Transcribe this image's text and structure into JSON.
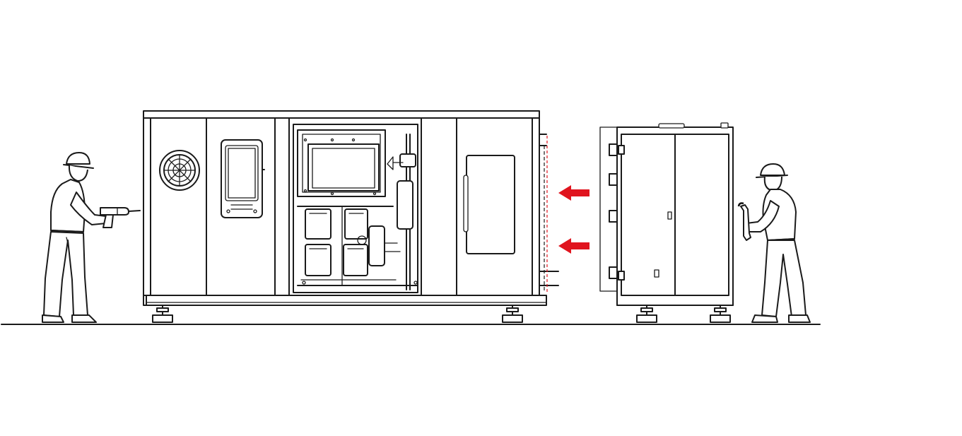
{
  "accent_color": "#e0141e",
  "line_color": "#1a1a1a",
  "background": "#ffffff",
  "arrow_direction": "left",
  "arrow_count": 2,
  "scene": {
    "people": [
      "worker-with-drill",
      "worker-with-wrench"
    ],
    "units": [
      "main-unit",
      "side-module"
    ],
    "icons": [
      "fan-icon",
      "display-icon",
      "drill-icon",
      "wrench-icon",
      "arrow-left-icon",
      "hard-hat-icon"
    ]
  }
}
